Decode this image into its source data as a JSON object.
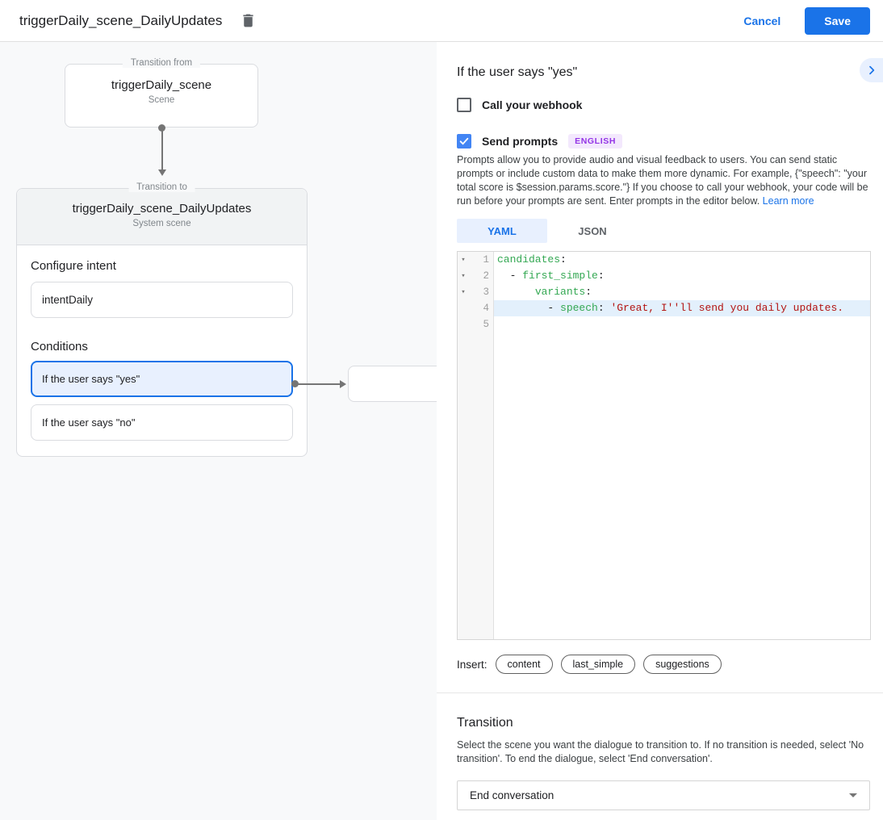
{
  "header": {
    "title": "triggerDaily_scene_DailyUpdates",
    "cancel_label": "Cancel",
    "save_label": "Save"
  },
  "colors": {
    "accent_blue": "#1a73e8",
    "checkbox_blue": "#4285f4",
    "selected_condition_bg": "#e8f0fe",
    "badge_purple": "#9334e6",
    "yaml_key_green": "#34a853",
    "yaml_string_red": "#b31412"
  },
  "diagram": {
    "from": {
      "legend": "Transition from",
      "title": "triggerDaily_scene",
      "subtitle": "Scene"
    },
    "to": {
      "legend": "Transition to",
      "title": "triggerDaily_scene_DailyUpdates",
      "subtitle": "System scene",
      "configure_intent_label": "Configure intent",
      "intent_value": "intentDaily",
      "conditions_label": "Conditions",
      "conditions": [
        {
          "label": "If the user says \"yes\"",
          "selected": true
        },
        {
          "label": "If the user says \"no\"",
          "selected": false
        }
      ]
    }
  },
  "panel": {
    "title": "If the user says \"yes\"",
    "webhook": {
      "label": "Call your webhook",
      "checked": false
    },
    "prompts": {
      "label": "Send prompts",
      "checked": true,
      "language_badge": "ENGLISH"
    },
    "description": "Prompts allow you to provide audio and visual feedback to users. You can send static prompts or include custom data to make them more dynamic. For example, {\"speech\": \"your total score is $session.params.score.\"} If you choose to call your webhook, your code will be run before your prompts are sent. Enter prompts in the editor below. ",
    "learn_more_label": "Learn more",
    "tabs": [
      {
        "label": "YAML",
        "active": true
      },
      {
        "label": "JSON",
        "active": false
      }
    ],
    "editor": {
      "lines": [
        {
          "num": "1",
          "fold": "▾",
          "indent": "",
          "key": "candidates",
          "sep": ":",
          "string": ""
        },
        {
          "num": "2",
          "fold": "▾",
          "indent": "  - ",
          "key": "first_simple",
          "sep": ":",
          "string": ""
        },
        {
          "num": "3",
          "fold": "▾",
          "indent": "      ",
          "key": "variants",
          "sep": ":",
          "string": ""
        },
        {
          "num": "4",
          "fold": "",
          "indent": "        - ",
          "key": "speech",
          "sep": ": ",
          "string": "'Great, I''ll send you daily updates."
        },
        {
          "num": "5",
          "fold": "",
          "indent": "",
          "key": "",
          "sep": "",
          "string": ""
        }
      ]
    },
    "insert_label": "Insert:",
    "chips": [
      {
        "label": "content"
      },
      {
        "label": "last_simple"
      },
      {
        "label": "suggestions"
      }
    ],
    "transition": {
      "title": "Transition",
      "description": "Select the scene you want the dialogue to transition to. If no transition is needed, select 'No transition'. To end the dialogue, select 'End conversation'.",
      "dropdown_value": "End conversation"
    }
  }
}
